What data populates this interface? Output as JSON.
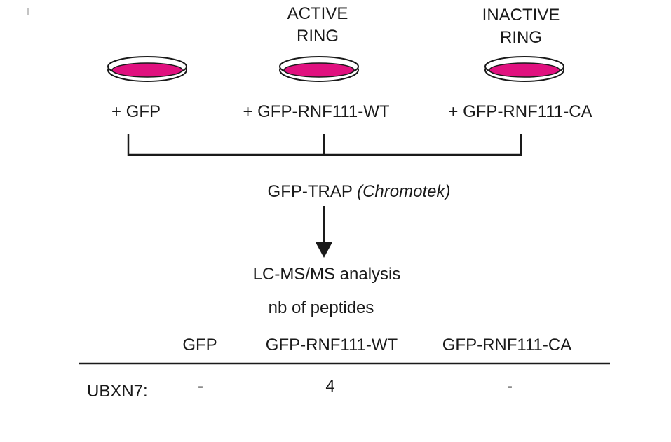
{
  "conditions": [
    {
      "ring_label": "",
      "condition": "+ GFP"
    },
    {
      "ring_label": "ACTIVE\nRING",
      "condition": "+ GFP-RNF111-WT"
    },
    {
      "ring_label": "INACTIVE\nRING",
      "condition": "+ GFP-RNF111-CA"
    }
  ],
  "pulldown": {
    "name": "GFP-TRAP",
    "vendor": "(Chromotek)"
  },
  "analysis": {
    "method": "LC-MS/MS analysis",
    "metric": "nb of peptides"
  },
  "table": {
    "columns": [
      "GFP",
      "GFP-RNF111-WT",
      "GFP-RNF111-CA"
    ],
    "rows": [
      {
        "label": "UBXN7:",
        "values": [
          "-",
          "4",
          "-"
        ]
      }
    ]
  },
  "colors": {
    "dish_fill": "#e0117f",
    "line": "#1a1a1a"
  }
}
